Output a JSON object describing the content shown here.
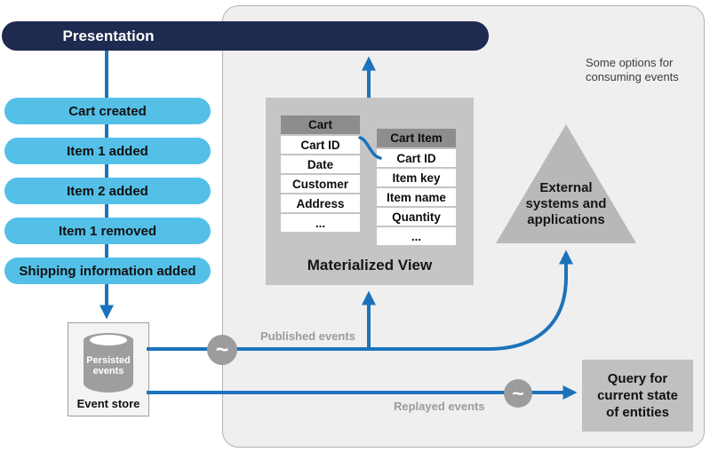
{
  "presentation": {
    "label": "Presentation"
  },
  "event_pills": [
    "Cart created",
    "Item 1 added",
    "Item 2 added",
    "Item 1 removed",
    "Shipping information added"
  ],
  "event_store": {
    "cylinder_lines": [
      "Persisted",
      "events"
    ],
    "label": "Event store"
  },
  "options_caption": {
    "lines": [
      "Some options for",
      "consuming events"
    ]
  },
  "materialized_view": {
    "label": "Materialized View",
    "cart_table": {
      "header": "Cart",
      "rows": [
        "Cart ID",
        "Date",
        "Customer",
        "Address",
        "..."
      ]
    },
    "cart_item_table": {
      "header": "Cart Item",
      "rows": [
        "Cart ID",
        "Item key",
        "Item name",
        "Quantity",
        "..."
      ]
    }
  },
  "external_triangle": {
    "lines": [
      "External",
      "systems and",
      "applications"
    ]
  },
  "query_box": {
    "lines": [
      "Query for",
      "current state",
      "of entities"
    ]
  },
  "flow_labels": {
    "published": "Published events",
    "replayed": "Replayed events"
  },
  "tilde_symbol": "~",
  "colors": {
    "connector_blue": "#1c73bb",
    "event_pill_blue": "#54c0e8",
    "presentation_navy": "#1e2a50",
    "panel_gray": "#efeff0",
    "box_gray": "#c5c5c6",
    "table_header_gray": "#8d8d8f",
    "triangle_gray": "#b8b8ba",
    "circle_gray": "#9c9c9e"
  }
}
